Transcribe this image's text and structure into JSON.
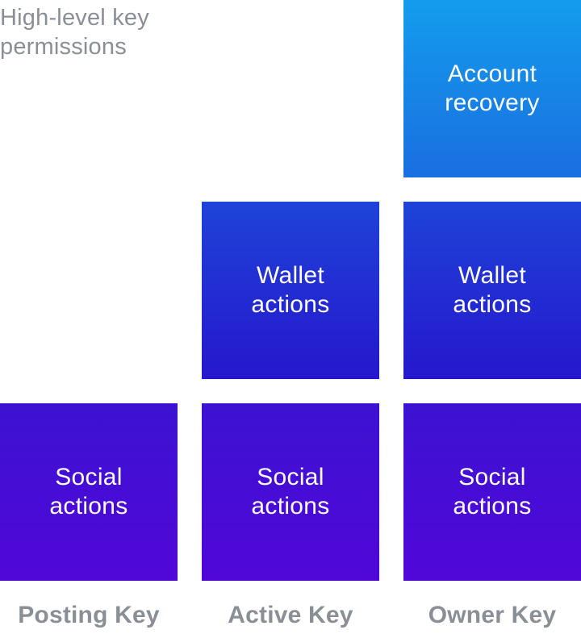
{
  "header": {
    "title": "High-level key\npermissions"
  },
  "columns": [
    {
      "label": "Posting Key"
    },
    {
      "label": "Active Key"
    },
    {
      "label": "Owner Key"
    }
  ],
  "tiles": {
    "account_recovery": "Account\nrecovery",
    "wallet_actions": "Wallet\nactions",
    "social_actions": "Social\nactions"
  },
  "colors": {
    "top_row": [
      "#139ded",
      "#1a6ee0"
    ],
    "middle_row": [
      "#1e43d8",
      "#2617cd"
    ],
    "bottom_row": [
      "#3c12d2",
      "#5107d8"
    ],
    "label_text": "#8a8f96"
  }
}
